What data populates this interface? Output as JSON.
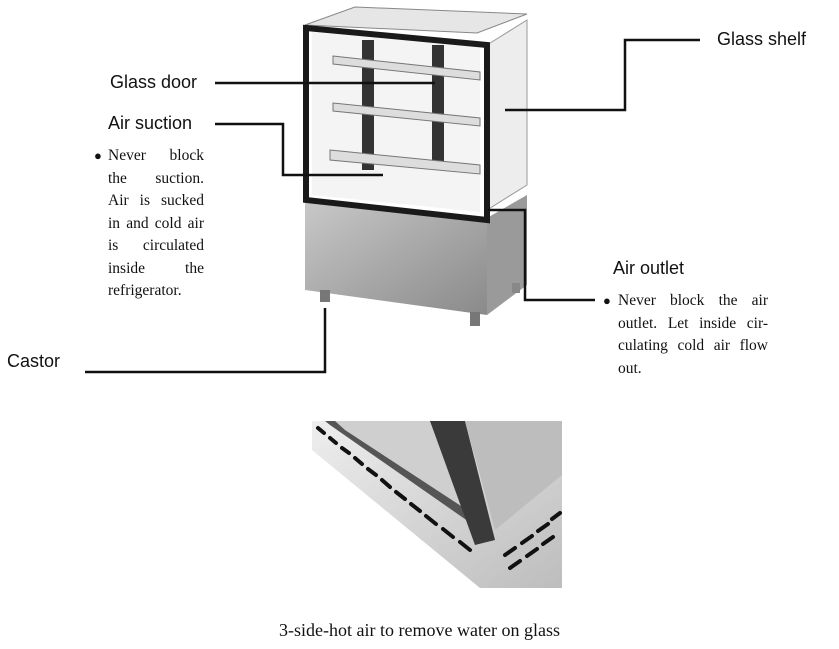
{
  "labels": {
    "glass_door": "Glass door",
    "air_suction": "Air suction",
    "glass_shelf": "Glass shelf",
    "air_outlet": "Air outlet",
    "castor": "Castor"
  },
  "notes": {
    "suction": {
      "bullet": "●",
      "lines": [
        "Never block",
        "the suction.",
        "Air is sucked",
        "in and cold air",
        "is circulated",
        "inside the",
        "refrigerator."
      ]
    },
    "outlet": {
      "bullet": "●",
      "lines": [
        "Never block the air",
        "outlet. Let inside cir-",
        "culating cold air flow",
        "out."
      ]
    }
  },
  "caption": "3-side-hot air to remove water on glass"
}
